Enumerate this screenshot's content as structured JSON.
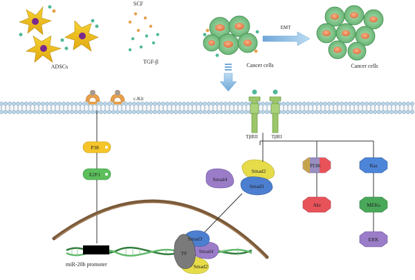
{
  "labels": {
    "adscs": "ADSCs",
    "scf": "SCF",
    "tgf_beta": "TGF-β",
    "cancer_cells_left": "Cancer cells",
    "emt": "EMT",
    "cancer_cells_right": "Cancer cells",
    "ckit": "c-Kit",
    "tbetarii": "TβRII",
    "tbetari": "TβRI",
    "p38": "P38",
    "e2f1": "E2F1",
    "smad4_free": "Smad4",
    "smad2_free": "Smad2",
    "smad3_free": "Smad3",
    "pi3k": "PI3K",
    "akt": "Akt",
    "ras": "Ras",
    "meks": "MEKs",
    "erk": "ERK",
    "smad3_complex": "Smad3",
    "smad4_complex": "Smad4",
    "smad2_complex": "Smad2",
    "tf": "TF",
    "promoter": "miR-20b promoter"
  },
  "colors": {
    "adsc_body": "#f2c21a",
    "adsc_nucleus": "#7a2a8c",
    "cancer_cell": "#7cc68a",
    "cancer_nucleus": "#f08a5a",
    "ligand": "#4fb89a",
    "ckit": "#e8a04a",
    "receptor": "#9bc66a",
    "membrane_head": "#b9d6ea",
    "p38": "#f5c52a",
    "e2f1": "#5cbf5c",
    "smad4": "#9a7cc8",
    "smad2": "#e6dc4a",
    "smad3": "#4d7fd0",
    "pi3k": "#9a8fc0",
    "akt": "#e8535a",
    "ras": "#4d85d8",
    "meks": "#4aa85a",
    "erk": "#9a7cc8",
    "tf": "#7a7a7a",
    "arrow": "#9cc8ea"
  }
}
